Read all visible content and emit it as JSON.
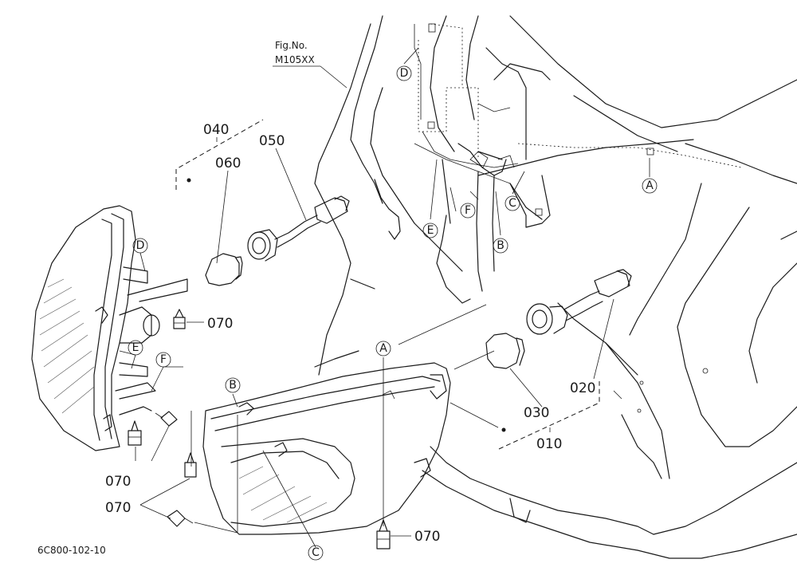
{
  "figure_ref": {
    "line1": "Fig.No.",
    "line2": "M105XX"
  },
  "drawing_code": "6C800-102-10",
  "part_numbers": {
    "p010": "010",
    "p020": "020",
    "p030": "030",
    "p040": "040",
    "p050": "050",
    "p060": "060",
    "p070a": "070",
    "p070b": "070",
    "p070c": "070",
    "p070d": "070"
  },
  "callouts": {
    "A1": "A",
    "A2": "A",
    "B1": "B",
    "B2": "B",
    "C1": "C",
    "C2": "C",
    "D1": "D",
    "D2": "D",
    "E1": "E",
    "E2": "E",
    "F1": "F",
    "F2": "F"
  }
}
